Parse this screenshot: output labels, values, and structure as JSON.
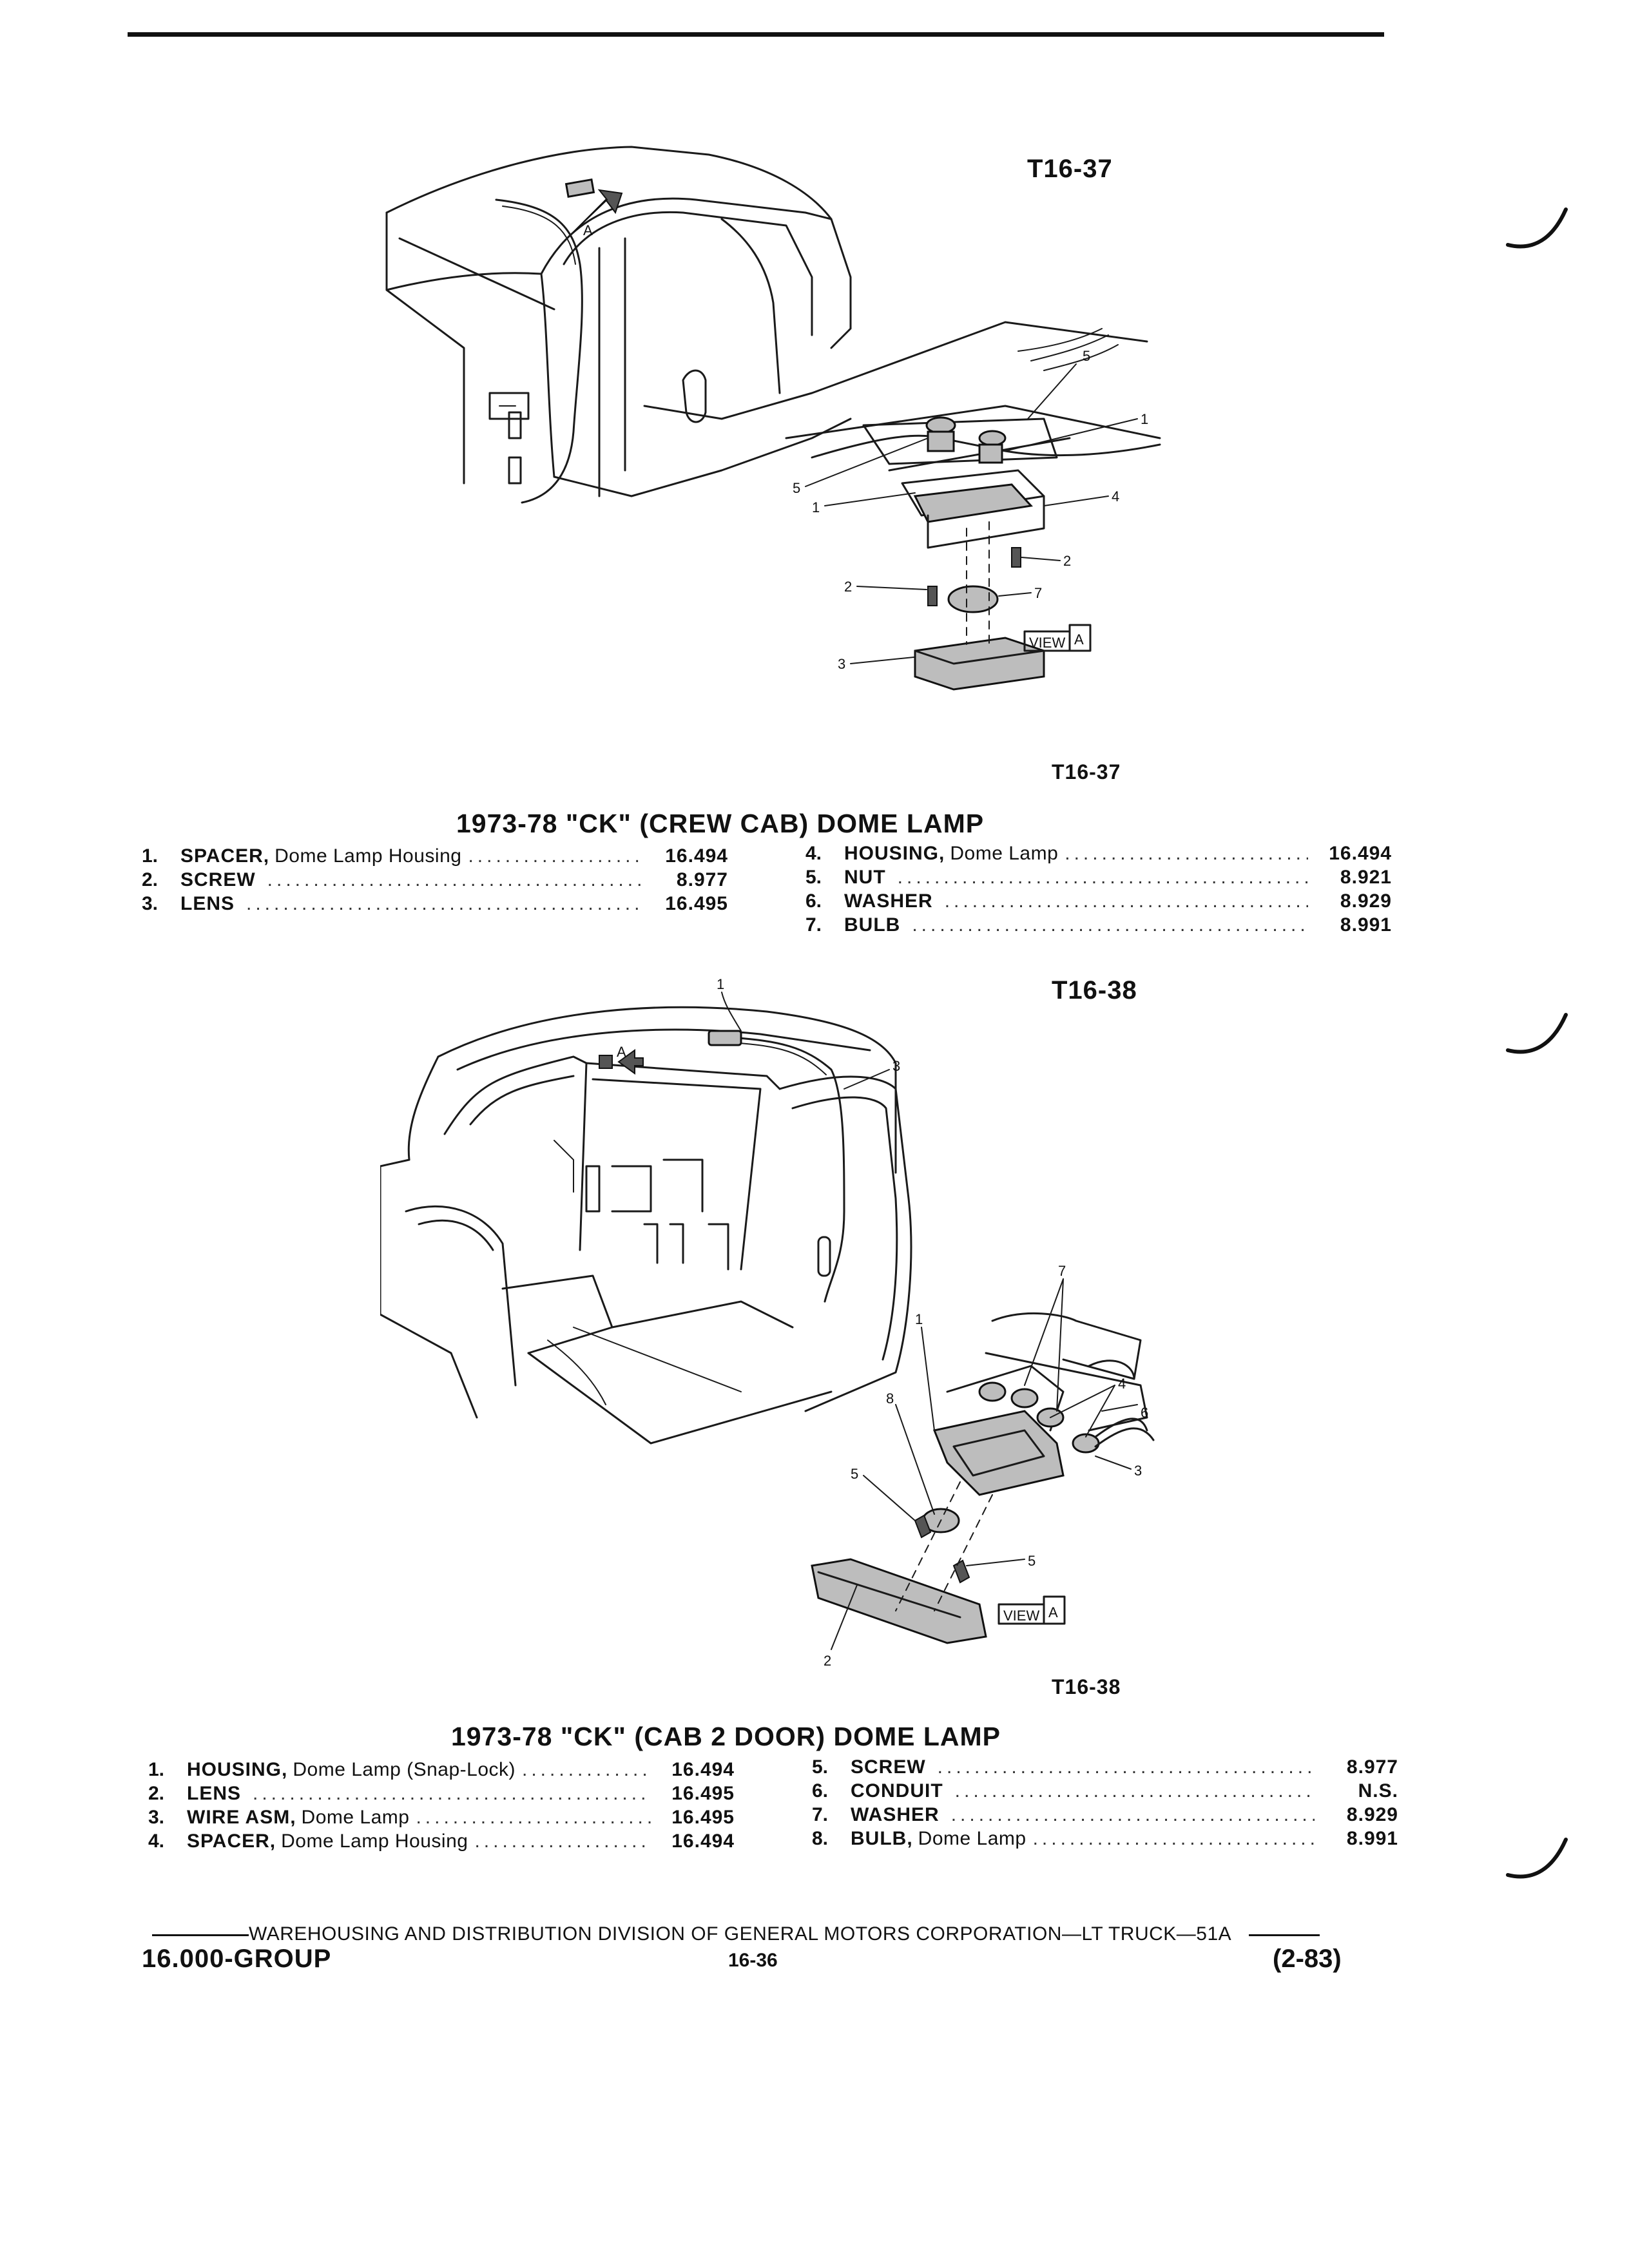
{
  "figure1": {
    "code_top": "T16-37",
    "code_bottom": "T16-37",
    "view_label": "VIEW",
    "view_letter": "A",
    "callouts": [
      "5",
      "1",
      "5",
      "1",
      "4",
      "2",
      "2",
      "7",
      "3"
    ],
    "arrow_letter": "A",
    "title": "1973-78 \"CK\" (CREW CAB) DOME LAMP",
    "parts_left": [
      {
        "num": "1.",
        "name": "SPACER,",
        "desc": "Dome Lamp Housing",
        "value": "16.494"
      },
      {
        "num": "2.",
        "name": "SCREW",
        "desc": "",
        "value": "8.977"
      },
      {
        "num": "3.",
        "name": "LENS",
        "desc": "",
        "value": "16.495"
      }
    ],
    "parts_right": [
      {
        "num": "4.",
        "name": "HOUSING,",
        "desc": "Dome Lamp",
        "value": "16.494"
      },
      {
        "num": "5.",
        "name": "NUT",
        "desc": "",
        "value": "8.921"
      },
      {
        "num": "6.",
        "name": "WASHER",
        "desc": "",
        "value": "8.929"
      },
      {
        "num": "7.",
        "name": "BULB",
        "desc": "",
        "value": "8.991"
      }
    ]
  },
  "figure2": {
    "code_top": "T16-38",
    "code_bottom": "T16-38",
    "view_label": "VIEW",
    "view_letter": "A",
    "callouts": [
      "1",
      "3",
      "7",
      "1",
      "4",
      "6",
      "8",
      "5",
      "3",
      "5",
      "2"
    ],
    "arrow_letter": "A",
    "title": "1973-78 \"CK\" (CAB 2 DOOR) DOME LAMP",
    "parts_left": [
      {
        "num": "1.",
        "name": "HOUSING,",
        "desc": "Dome Lamp (Snap-Lock)",
        "value": "16.494"
      },
      {
        "num": "2.",
        "name": "LENS",
        "desc": "",
        "value": "16.495"
      },
      {
        "num": "3.",
        "name": "WIRE ASM,",
        "desc": "Dome Lamp",
        "value": "16.495"
      },
      {
        "num": "4.",
        "name": "SPACER,",
        "desc": "Dome Lamp Housing",
        "value": "16.494"
      }
    ],
    "parts_right": [
      {
        "num": "5.",
        "name": "SCREW",
        "desc": "",
        "value": "8.977"
      },
      {
        "num": "6.",
        "name": "CONDUIT",
        "desc": "",
        "value": "N.S."
      },
      {
        "num": "7.",
        "name": "WASHER",
        "desc": "",
        "value": "8.929"
      },
      {
        "num": "8.",
        "name": "BULB,",
        "desc": "Dome Lamp",
        "value": "8.991"
      }
    ]
  },
  "footer": {
    "division_text": "WAREHOUSING AND DISTRIBUTION  DIVISION OF GENERAL MOTORS CORPORATION—LT TRUCK—51A",
    "group": "16.000-GROUP",
    "page": "16-36",
    "date": "(2-83)"
  }
}
